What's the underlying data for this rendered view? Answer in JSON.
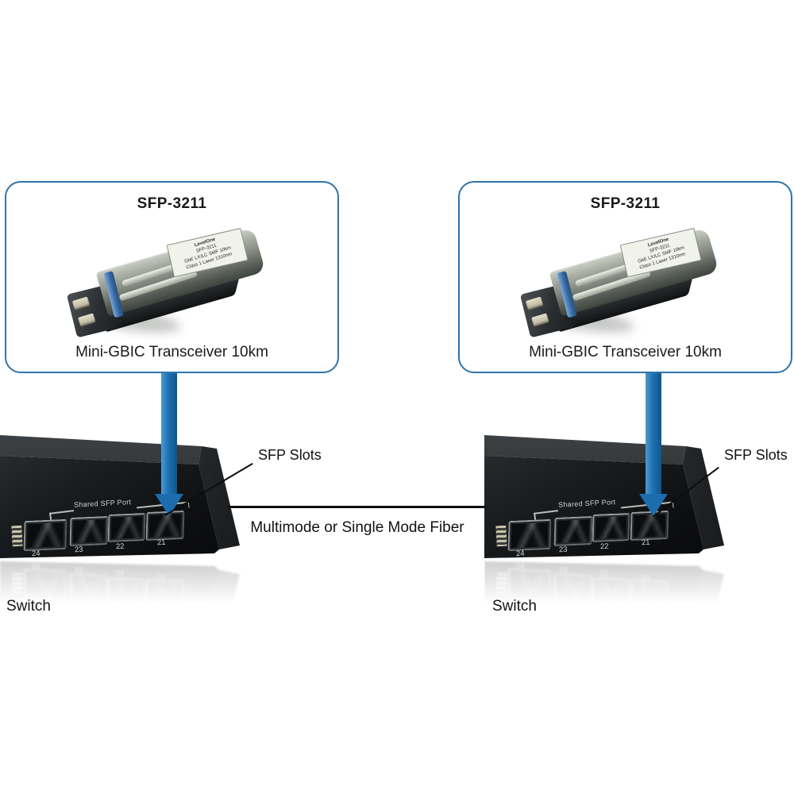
{
  "diagram": {
    "panels": [
      {
        "title": "SFP-3211",
        "caption": "Mini-GBIC Transceiver 10km",
        "module_label": {
          "l1": "LevelOne",
          "l2": "SFP-3211",
          "l3": "GbE LX/LC SMF 10km",
          "l4": "Class 1 Laser 1310nm"
        }
      },
      {
        "title": "SFP-3211",
        "caption": "Mini-GBIC Transceiver 10km",
        "module_label": {
          "l1": "LevelOne",
          "l2": "SFP-3211",
          "l3": "GbE LX/LC SMF 10km",
          "l4": "Class 1 Laser 1310nm"
        }
      }
    ],
    "switches": [
      {
        "caption": "Switch",
        "shared_port_label": "Shared SFP Port",
        "slots_label": "SFP Slots",
        "ports": [
          "24",
          "23",
          "22",
          "21"
        ]
      },
      {
        "caption": "Switch",
        "shared_port_label": "Shared SFP Port",
        "slots_label": "SFP Slots",
        "ports": [
          "24",
          "23",
          "22",
          "21"
        ]
      }
    ],
    "fiber_label": "Multimode or Single Mode Fiber",
    "colors": {
      "panel_border": "#2e74ab",
      "arrow_blue": "#1b6dae",
      "line_black": "#101010"
    }
  }
}
